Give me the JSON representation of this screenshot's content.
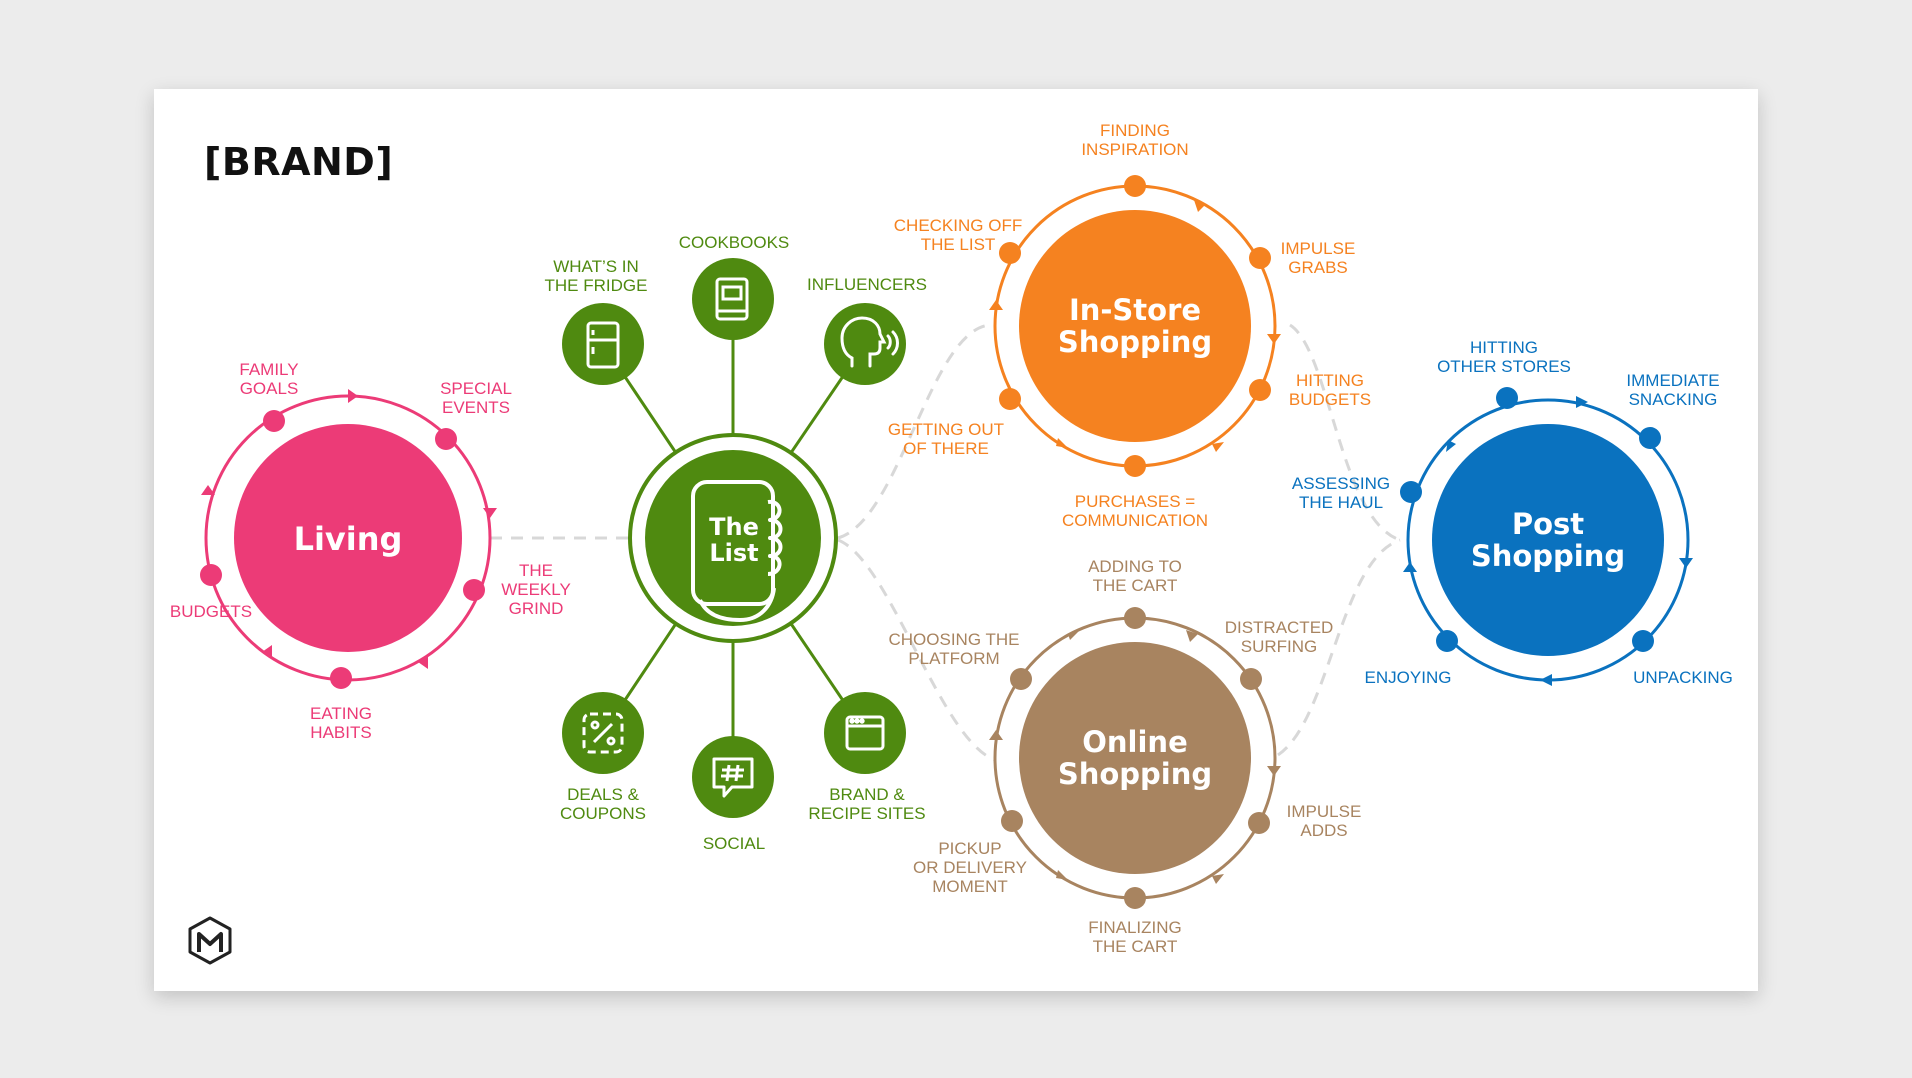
{
  "brand_title": "[BRAND]",
  "colors": {
    "living": "#ec3b77",
    "list": "#4f8a10",
    "instore": "#f58220",
    "online": "#a88460",
    "post": "#0a72bf",
    "connector": "#d8d8d8"
  },
  "logo": {
    "icon": "m-hexagon-logo-icon"
  },
  "living": {
    "title": "Living",
    "labels": {
      "family_goals": [
        "FAMILY",
        "GOALS"
      ],
      "special_events": [
        "SPECIAL",
        "EVENTS"
      ],
      "weekly_grind": [
        "THE",
        "WEEKLY",
        "GRIND"
      ],
      "eating_habits": [
        "EATING",
        "HABITS"
      ],
      "budgets": [
        "BUDGETS"
      ]
    }
  },
  "list": {
    "title": [
      "The",
      "List"
    ],
    "spokes": {
      "fridge": {
        "label": [
          "WHAT’S IN",
          "THE FRIDGE"
        ],
        "icon": "fridge-icon"
      },
      "cookbooks": {
        "label": [
          "COOKBOOKS"
        ],
        "icon": "book-icon"
      },
      "influencers": {
        "label": [
          "INFLUENCERS"
        ],
        "icon": "speaking-head-icon"
      },
      "deals": {
        "label": [
          "DEALS &",
          "COUPONS"
        ],
        "icon": "percent-tag-icon"
      },
      "social": {
        "label": [
          "SOCIAL"
        ],
        "icon": "hashtag-chat-icon"
      },
      "brand_sites": {
        "label": [
          "BRAND &",
          "RECIPE SITES"
        ],
        "icon": "browser-window-icon"
      }
    }
  },
  "instore": {
    "title": [
      "In-Store",
      "Shopping"
    ],
    "labels": {
      "finding_inspiration": [
        "FINDING",
        "INSPIRATION"
      ],
      "impulse_grabs": [
        "IMPULSE",
        "GRABS"
      ],
      "hitting_budgets": [
        "HITTING",
        "BUDGETS"
      ],
      "purchases": [
        "PURCHASES =",
        "COMMUNICATION"
      ],
      "getting_out": [
        "GETTING OUT",
        "OF THERE"
      ],
      "checking_off": [
        "CHECKING OFF",
        "THE LIST"
      ]
    }
  },
  "online": {
    "title": [
      "Online",
      "Shopping"
    ],
    "labels": {
      "adding": [
        "ADDING TO",
        "THE CART"
      ],
      "distracted": [
        "DISTRACTED",
        "SURFING"
      ],
      "impulse_adds": [
        "IMPULSE",
        "ADDS"
      ],
      "finalizing": [
        "FINALIZING",
        "THE CART"
      ],
      "pickup": [
        "PICKUP",
        "OR DELIVERY",
        "MOMENT"
      ],
      "choosing": [
        "CHOOSING THE",
        "PLATFORM"
      ]
    }
  },
  "post": {
    "title": [
      "Post",
      "Shopping"
    ],
    "labels": {
      "hitting_stores": [
        "HITTING",
        "OTHER STORES"
      ],
      "immediate": [
        "IMMEDIATE",
        "SNACKING"
      ],
      "unpacking": [
        "UNPACKING"
      ],
      "enjoying": [
        "ENJOYING"
      ],
      "assessing": [
        "ASSESSING",
        "THE HAUL"
      ]
    }
  }
}
